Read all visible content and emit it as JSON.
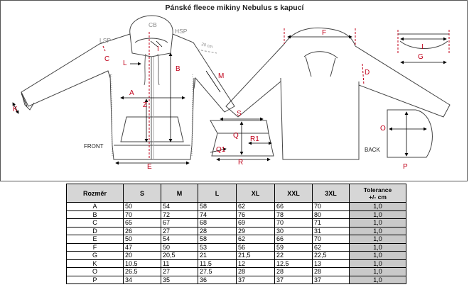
{
  "title": "Pánské fleece mikiny Nebulus s kapucí",
  "front_labels": {
    "CB": "CB",
    "HSP": "HSP",
    "LSP": "LSP",
    "cm": "20 cm",
    "I": "I",
    "C": "C",
    "L": "L",
    "B": "B",
    "M": "M",
    "A": "A",
    "Z": "Z",
    "K": "K",
    "E": "E",
    "front": "FRONT"
  },
  "pocket_labels": {
    "S": "S",
    "Q": "Q",
    "R1": "R1",
    "Q1": "Q1",
    "R": "R"
  },
  "back_labels": {
    "F": "F",
    "D": "D",
    "back": "BACK"
  },
  "hood_labels": {
    "I": "I",
    "G": "G",
    "O": "O",
    "P": "P"
  },
  "table": {
    "headers": [
      "Rozměr",
      "S",
      "M",
      "L",
      "XL",
      "XXL",
      "3XL"
    ],
    "tolerance_header": [
      "Tolerance",
      "+/- cm"
    ],
    "rows": [
      [
        "A",
        "50",
        "54",
        "58",
        "62",
        "66",
        "70",
        "1,0"
      ],
      [
        "B",
        "70",
        "72",
        "74",
        "76",
        "78",
        "80",
        "1,0"
      ],
      [
        "C",
        "65",
        "67",
        "68",
        "69",
        "70",
        "71",
        "1,0"
      ],
      [
        "D",
        "26",
        "27",
        "28",
        "29",
        "30",
        "31",
        "1,0"
      ],
      [
        "E",
        "50",
        "54",
        "58",
        "62",
        "66",
        "70",
        "1,0"
      ],
      [
        "F",
        "47",
        "50",
        "53",
        "56",
        "59",
        "62",
        "1,0"
      ],
      [
        "G",
        "20",
        "20,5",
        "21",
        "21,5",
        "22",
        "22,5",
        "1,0"
      ],
      [
        "K",
        "10.5",
        "11",
        "11.5",
        "12",
        "12.5",
        "13",
        "1,0"
      ],
      [
        "O",
        "26.5",
        "27",
        "27.5",
        "28",
        "28",
        "28",
        "1,0"
      ],
      [
        "P",
        "34",
        "35",
        "36",
        "37",
        "37",
        "37",
        "1,0"
      ]
    ]
  }
}
